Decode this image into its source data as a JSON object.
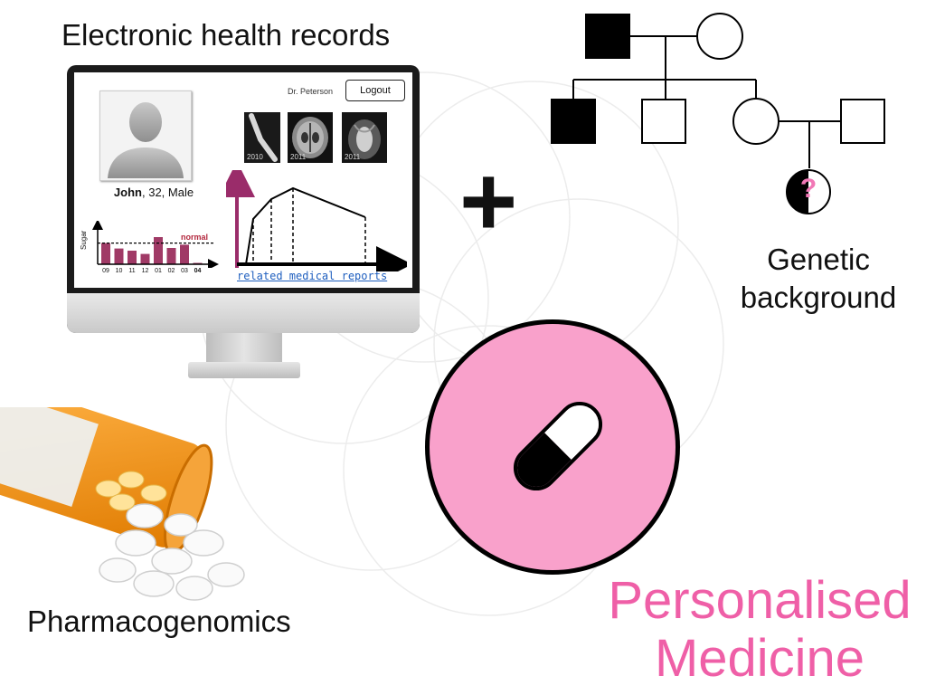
{
  "titles": {
    "ehr": "Electronic health records",
    "genetic_line1": "Genetic",
    "genetic_line2": "background",
    "pharma": "Pharmacogenomics",
    "pm_line1": "Personalised",
    "pm_line2": "Medicine"
  },
  "plus": "+",
  "ehr_screen": {
    "doctor": "Dr. Peterson",
    "logout": "Logout",
    "patient_name": "John",
    "patient_info": ", 32, Male",
    "scans": [
      {
        "year": "2010"
      },
      {
        "year": "2011"
      },
      {
        "year": "2011"
      }
    ],
    "reports_link": "related medical reports",
    "sugar_label": "Sugar",
    "normal_label": "normal",
    "months": [
      "09",
      "10",
      "11",
      "12",
      "01",
      "02",
      "03",
      "04"
    ],
    "sugar_values": [
      0.78,
      0.58,
      0.5,
      0.38,
      1.0,
      0.6,
      0.72,
      0.05
    ],
    "normal_level": 0.78
  },
  "pedigree": {
    "question_mark": "?"
  },
  "colors": {
    "accent_pink": "#ef5fa7",
    "circle_fill": "#f9a1cb",
    "bar_color": "#a03a66",
    "arrow_color": "#9a2c6a"
  }
}
